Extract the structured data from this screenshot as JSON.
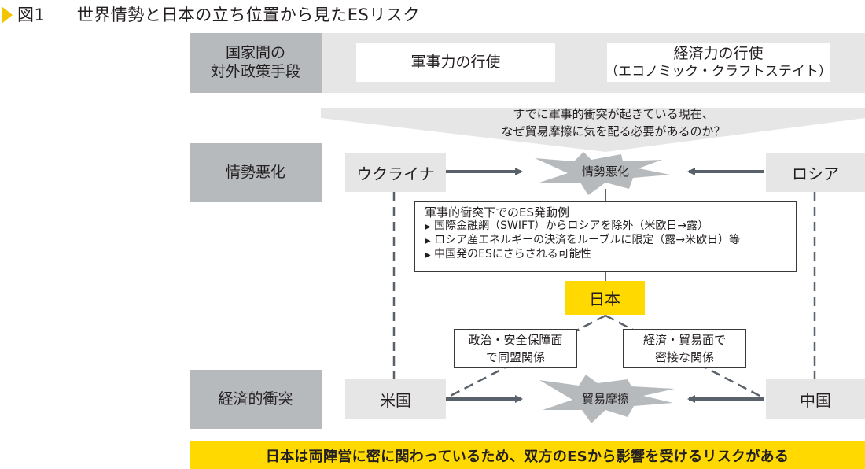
{
  "title": {
    "figure_number": "図1",
    "text": "世界情勢と日本の立ち位置から見たESリスク",
    "marker_color": "#f5c400"
  },
  "rows": {
    "policy_means": {
      "label_line1": "国家間の",
      "label_line2": "対外政策手段",
      "military": "軍事力の行使",
      "economic_line1": "経済力の行使",
      "economic_line2": "（エコノミック・クラフトステイト）"
    },
    "question": {
      "line1": "すでに軍事的衝突が起きている現在、",
      "line2": "なぜ貿易摩擦に気を配る必要があるのか？"
    },
    "deterioration": {
      "label": "情勢悪化",
      "left_actor": "ウクライナ",
      "right_actor": "ロシア",
      "burst": "情勢悪化"
    },
    "es_examples": {
      "heading": "軍事的衝突下でのES発動例",
      "bullet": "▶",
      "items": [
        "国際金融網（SWIFT）からロシアを除外（米欧日→露）",
        "ロシア産エネルギーの決済をルーブルに限定（露→米欧日）等",
        "中国発のESにさらされる可能性"
      ]
    },
    "japan": {
      "label": "日本",
      "left_relation_line1": "政治・安全保障面",
      "left_relation_line2": "で同盟関係",
      "right_relation_line1": "経済・貿易面で",
      "right_relation_line2": "密接な関係"
    },
    "economic_conflict": {
      "label": "経済的衝突",
      "left_actor": "米国",
      "right_actor": "中国",
      "burst": "貿易摩擦"
    }
  },
  "conclusion": "日本は両陣営に密に関わっているため、双方のESから影響を受けるリスクがある",
  "colors": {
    "accent_yellow": "#ffd900",
    "row_header_gray": "#b7babd",
    "band_gray": "#e6e6e6",
    "arrow_slate": "#59616b",
    "burst_gray": "#b7babd"
  }
}
